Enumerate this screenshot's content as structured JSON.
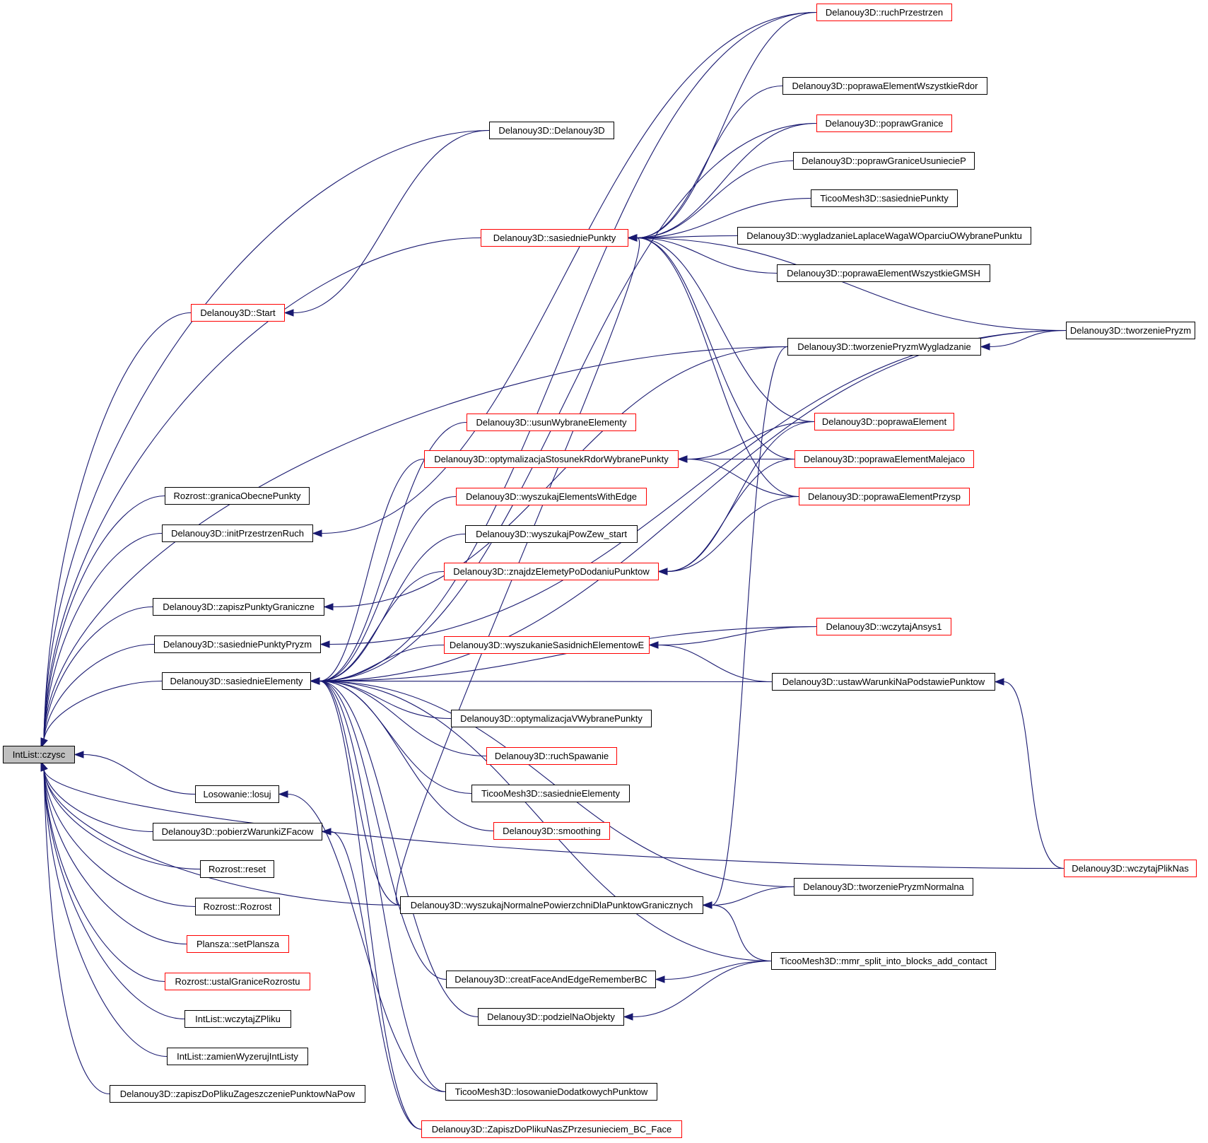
{
  "colors": {
    "edge": "#191970",
    "normal_border": "#000000",
    "documented_border": "#ff0000",
    "focus_fill": "#bfbfbf"
  },
  "nodes": [
    {
      "id": "czysc",
      "label": "IntList::czysc",
      "style": "focus"
    },
    {
      "id": "start",
      "label": "Delanouy3D::Start",
      "style": "red"
    },
    {
      "id": "delanouy3d_ctor",
      "label": "Delanouy3D::Delanouy3D",
      "style": "black"
    },
    {
      "id": "granica",
      "label": "Rozrost::granicaObecnePunkty",
      "style": "black"
    },
    {
      "id": "initPrzestrzen",
      "label": "Delanouy3D::initPrzestrzenRuch",
      "style": "black"
    },
    {
      "id": "zapiszPunkty",
      "label": "Delanouy3D::zapiszPunktyGraniczne",
      "style": "black"
    },
    {
      "id": "sasPryzm",
      "label": "Delanouy3D::sasiedniePunktyPryzm",
      "style": "black"
    },
    {
      "id": "sasElem",
      "label": "Delanouy3D::sasiednieElementy",
      "style": "black"
    },
    {
      "id": "losuj",
      "label": "Losowanie::losuj",
      "style": "black"
    },
    {
      "id": "pobierz",
      "label": "Delanouy3D::pobierzWarunkiZFacow",
      "style": "black"
    },
    {
      "id": "reset",
      "label": "Rozrost::reset",
      "style": "black"
    },
    {
      "id": "rozrost",
      "label": "Rozrost::Rozrost",
      "style": "black"
    },
    {
      "id": "setPlansza",
      "label": "Plansza::setPlansza",
      "style": "red"
    },
    {
      "id": "ustalGranice",
      "label": "Rozrost::ustalGraniceRozrostu",
      "style": "red"
    },
    {
      "id": "wczytajZPliku",
      "label": "IntList::wczytajZPliku",
      "style": "black"
    },
    {
      "id": "zamien",
      "label": "IntList::zamienWyzerujIntListy",
      "style": "black"
    },
    {
      "id": "zapiszDoPliku",
      "label": "Delanouy3D::zapiszDoPlikuZageszczeniePunktowNaPow",
      "style": "black"
    },
    {
      "id": "sasPunkty",
      "label": "Delanouy3D::sasiedniePunkty",
      "style": "red"
    },
    {
      "id": "usun",
      "label": "Delanouy3D::usunWybraneElementy",
      "style": "red"
    },
    {
      "id": "optStos",
      "label": "Delanouy3D::optymalizacjaStosunekRdorWybranePunkty",
      "style": "red"
    },
    {
      "id": "wyszEdge",
      "label": "Delanouy3D::wyszukajElementsWithEdge",
      "style": "red"
    },
    {
      "id": "wyszPowZew",
      "label": "Delanouy3D::wyszukajPowZew_start",
      "style": "black"
    },
    {
      "id": "znajdz",
      "label": "Delanouy3D::znajdzElemetyPoDodaniuPunktow",
      "style": "red"
    },
    {
      "id": "wyszSas",
      "label": "Delanouy3D::wyszukanieSasidnichElementowE",
      "style": "red"
    },
    {
      "id": "optV",
      "label": "Delanouy3D::optymalizacjaVWybranePunkty",
      "style": "black"
    },
    {
      "id": "ruchSpaw",
      "label": "Delanouy3D::ruchSpawanie",
      "style": "red"
    },
    {
      "id": "ticooSasElem",
      "label": "TicooMesh3D::sasiednieElementy",
      "style": "black"
    },
    {
      "id": "smoothing",
      "label": "Delanouy3D::smoothing",
      "style": "red"
    },
    {
      "id": "wyszNorm",
      "label": "Delanouy3D::wyszukajNormalnePowierzchniDlaPunktowGranicznych",
      "style": "black"
    },
    {
      "id": "creatFace",
      "label": "Delanouy3D::creatFaceAndEdgeRememberBC",
      "style": "black"
    },
    {
      "id": "podziel",
      "label": "Delanouy3D::podzielNaObjekty",
      "style": "black"
    },
    {
      "id": "ticooLos",
      "label": "TicooMesh3D::losowanieDodatkowychPunktow",
      "style": "black"
    },
    {
      "id": "zapiszNas",
      "label": "Delanouy3D::ZapiszDoPlikuNasZPrzesunieciem_BC_Face",
      "style": "red"
    },
    {
      "id": "ruchPrz",
      "label": "Delanouy3D::ruchPrzestrzen",
      "style": "red"
    },
    {
      "id": "popElemWszRdor",
      "label": "Delanouy3D::poprawaElementWszystkieRdor",
      "style": "black"
    },
    {
      "id": "popGranice",
      "label": "Delanouy3D::poprawGranice",
      "style": "red"
    },
    {
      "id": "popGrUs",
      "label": "Delanouy3D::poprawGraniceUsuniecieP",
      "style": "black"
    },
    {
      "id": "ticooSasPkt",
      "label": "TicooMesh3D::sasiedniePunkty",
      "style": "black"
    },
    {
      "id": "wygl",
      "label": "Delanouy3D::wygladzanieLaplaceWagaWOparciuOWybranePunktu",
      "style": "black"
    },
    {
      "id": "popGMSH",
      "label": "Delanouy3D::poprawaElementWszystkieGMSH",
      "style": "black"
    },
    {
      "id": "twPryzmWygl",
      "label": "Delanouy3D::tworzeniePryzmWygladzanie",
      "style": "black"
    },
    {
      "id": "popElem",
      "label": "Delanouy3D::poprawaElement",
      "style": "red"
    },
    {
      "id": "popMal",
      "label": "Delanouy3D::poprawaElementMalejaco",
      "style": "red"
    },
    {
      "id": "popPrz",
      "label": "Delanouy3D::poprawaElementPrzysp",
      "style": "red"
    },
    {
      "id": "wczAnsys",
      "label": "Delanouy3D::wczytajAnsys1",
      "style": "red"
    },
    {
      "id": "ustaw",
      "label": "Delanouy3D::ustawWarunkiNaPodstawiePunktow",
      "style": "black"
    },
    {
      "id": "twPryzmNorm",
      "label": "Delanouy3D::tworzeniePryzmNormalna",
      "style": "black"
    },
    {
      "id": "mmr",
      "label": "TicooMesh3D::mmr_split_into_blocks_add_contact",
      "style": "black"
    },
    {
      "id": "twPryzm",
      "label": "Delanouy3D::tworzeniePryzm",
      "style": "black"
    },
    {
      "id": "wczNas",
      "label": "Delanouy3D::wczytajPlikNas",
      "style": "red"
    }
  ],
  "edges": [
    [
      "start",
      "czysc"
    ],
    [
      "delanouy3d_ctor",
      "czysc"
    ],
    [
      "granica",
      "czysc"
    ],
    [
      "initPrzestrzen",
      "czysc"
    ],
    [
      "zapiszPunkty",
      "czysc"
    ],
    [
      "sasPryzm",
      "czysc"
    ],
    [
      "sasElem",
      "czysc"
    ],
    [
      "losuj",
      "czysc"
    ],
    [
      "pobierz",
      "czysc"
    ],
    [
      "reset",
      "czysc"
    ],
    [
      "rozrost",
      "czysc"
    ],
    [
      "setPlansza",
      "czysc"
    ],
    [
      "ustalGranice",
      "czysc"
    ],
    [
      "wczytajZPliku",
      "czysc"
    ],
    [
      "zamien",
      "czysc"
    ],
    [
      "zapiszDoPliku",
      "czysc"
    ],
    [
      "sasPunkty",
      "czysc"
    ],
    [
      "twPryzmWygl",
      "czysc"
    ],
    [
      "wyszNorm",
      "czysc"
    ],
    [
      "wczNas",
      "czysc"
    ],
    [
      "delanouy3d_ctor",
      "start"
    ],
    [
      "ruchPrz",
      "initPrzestrzen"
    ],
    [
      "twPryzmWygl",
      "zapiszPunkty"
    ],
    [
      "twPryzm",
      "sasPryzm"
    ],
    [
      "ticooLos",
      "losuj"
    ],
    [
      "zapiszNas",
      "pobierz"
    ],
    [
      "ruchPrz",
      "sasElem"
    ],
    [
      "popGranice",
      "sasElem"
    ],
    [
      "twPryzm",
      "sasElem"
    ],
    [
      "usun",
      "sasElem"
    ],
    [
      "optStos",
      "sasElem"
    ],
    [
      "wyszEdge",
      "sasElem"
    ],
    [
      "wyszPowZew",
      "sasElem"
    ],
    [
      "znajdz",
      "sasElem"
    ],
    [
      "wyszSas",
      "sasElem"
    ],
    [
      "ustaw",
      "sasElem"
    ],
    [
      "optV",
      "sasElem"
    ],
    [
      "ruchSpaw",
      "sasElem"
    ],
    [
      "ticooSasElem",
      "sasElem"
    ],
    [
      "smoothing",
      "sasElem"
    ],
    [
      "twPryzmNorm",
      "sasElem"
    ],
    [
      "wyszNorm",
      "sasElem"
    ],
    [
      "mmr",
      "sasElem"
    ],
    [
      "creatFace",
      "sasElem"
    ],
    [
      "podziel",
      "sasElem"
    ],
    [
      "ticooLos",
      "sasElem"
    ],
    [
      "zapiszNas",
      "sasElem"
    ],
    [
      "wczAnsys",
      "sasElem"
    ],
    [
      "ruchPrz",
      "sasPunkty"
    ],
    [
      "popElemWszRdor",
      "sasPunkty"
    ],
    [
      "popGranice",
      "sasPunkty"
    ],
    [
      "popGrUs",
      "sasPunkty"
    ],
    [
      "ticooSasPkt",
      "sasPunkty"
    ],
    [
      "wygl",
      "sasPunkty"
    ],
    [
      "popGMSH",
      "sasPunkty"
    ],
    [
      "twPryzm",
      "sasPunkty"
    ],
    [
      "popElem",
      "sasPunkty"
    ],
    [
      "popMal",
      "sasPunkty"
    ],
    [
      "popPrz",
      "sasPunkty"
    ],
    [
      "wyszNorm",
      "sasPunkty"
    ],
    [
      "popElem",
      "optStos"
    ],
    [
      "popMal",
      "optStos"
    ],
    [
      "popPrz",
      "optStos"
    ],
    [
      "popElem",
      "znajdz"
    ],
    [
      "popMal",
      "znajdz"
    ],
    [
      "popPrz",
      "znajdz"
    ],
    [
      "wczAnsys",
      "wyszSas"
    ],
    [
      "ustaw",
      "wyszSas"
    ],
    [
      "twPryzmNorm",
      "wyszNorm"
    ],
    [
      "mmr",
      "wyszNorm"
    ],
    [
      "twPryzmWygl",
      "wyszNorm"
    ],
    [
      "mmr",
      "creatFace"
    ],
    [
      "mmr",
      "podziel"
    ],
    [
      "twPryzm",
      "twPryzmWygl"
    ],
    [
      "wczNas",
      "ustaw"
    ]
  ]
}
